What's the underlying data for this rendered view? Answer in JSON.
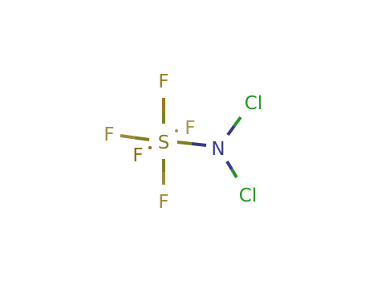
{
  "molecule": {
    "atoms": [
      {
        "id": "S",
        "label": "S",
        "color": "#808020"
      },
      {
        "id": "F_top",
        "label": "F",
        "color": "#9c7a1c"
      },
      {
        "id": "F_left",
        "label": "F",
        "color": "#a08a3c"
      },
      {
        "id": "F_front",
        "label": "F",
        "color": "#8a6a14"
      },
      {
        "id": "F_back",
        "label": "F",
        "color": "#a89448"
      },
      {
        "id": "F_bottom",
        "label": "F",
        "color": "#a08a3c"
      },
      {
        "id": "N",
        "label": "N",
        "color": "#3a3890"
      },
      {
        "id": "Cl_top",
        "label": "Cl",
        "color": "#1e9a1e"
      },
      {
        "id": "Cl_bottom",
        "label": "Cl",
        "color": "#1e9a1e"
      }
    ],
    "colors": {
      "sulfur": "#808020",
      "fluorine": "#a08a3c",
      "nitrogen": "#3a3890",
      "chlorine": "#1e9a1e"
    }
  }
}
